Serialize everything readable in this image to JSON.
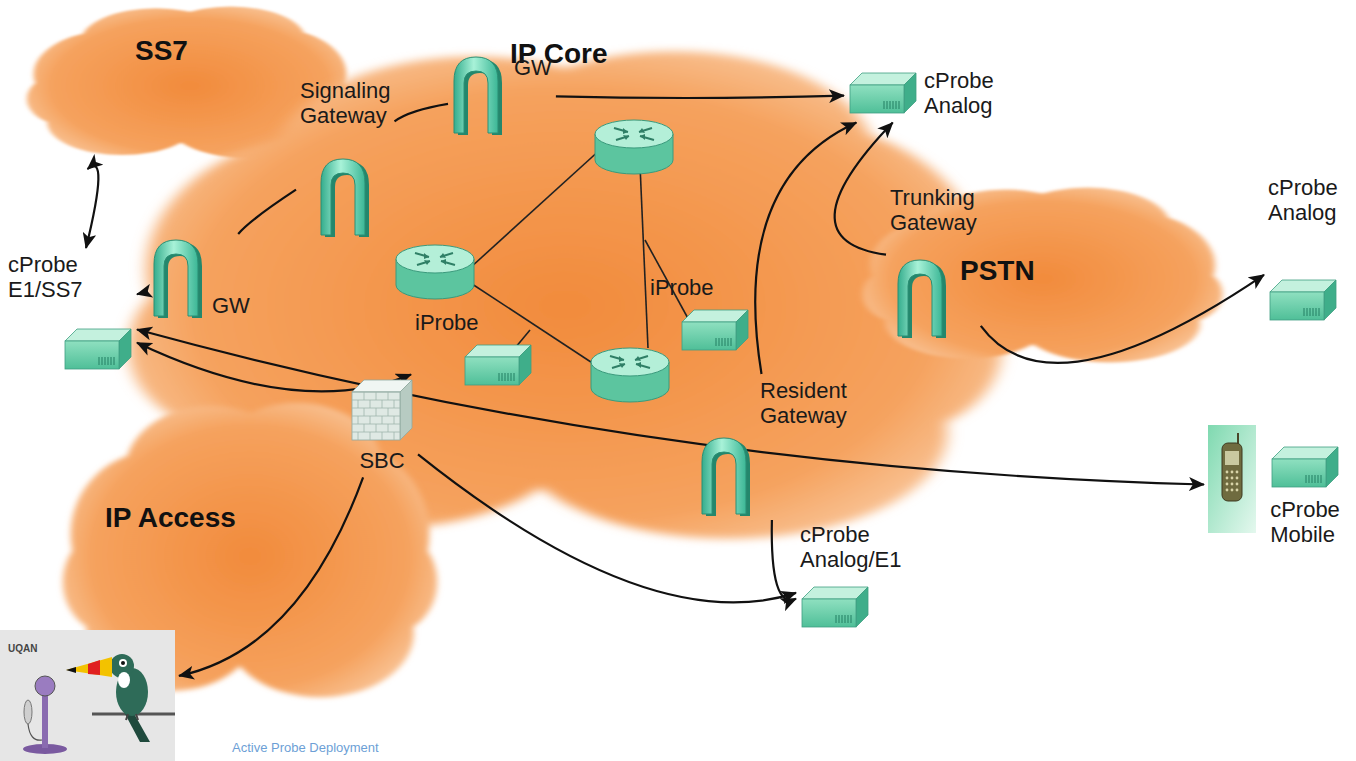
{
  "diagram": {
    "nodes": [
      {
        "text": [
          "SS7"
        ]
      },
      {
        "text": [
          "IP Core"
        ]
      },
      {
        "text": [
          "PSTN"
        ]
      },
      {
        "text": [
          "IP Access"
        ]
      },
      {
        "text": [
          "Signaling Gateway"
        ]
      },
      {
        "text": [
          "GW"
        ]
      },
      {
        "text": [
          "cProbe Analog"
        ]
      },
      {
        "text": [
          "GW"
        ]
      },
      {
        "text": [
          "cProbe E1/SS7"
        ]
      },
      {
        "text": [
          "Trunking Gateway"
        ]
      },
      {
        "text": [
          "cProbe Analog"
        ]
      },
      {
        "text": [
          "iProbe"
        ],
        "in": 1
      },
      {
        "text": [
          "iProbe"
        ],
        "in": 1
      },
      {
        "text": [
          "Resident Gateway"
        ]
      },
      {
        "text": [
          "cProbe Analog/E1"
        ]
      },
      {
        "text": [
          "cProbe Mobile"
        ]
      },
      {
        "text": [
          "SBC"
        ],
        "in": 3
      },
      {
        "text": [
          "UQAN"
        ]
      }
    ],
    "edges": [
      {
        "from": 0,
        "to": 8,
        "arrow": "both"
      },
      {
        "from": 7,
        "to": 8,
        "arrow": "to"
      },
      {
        "from": 7,
        "to": 4,
        "arrow": "none"
      },
      {
        "from": 4,
        "to": 5,
        "arrow": "none"
      },
      {
        "from": 5,
        "to": 6,
        "arrow": "to"
      },
      {
        "from": 8,
        "to": 12,
        "arrow": "both"
      },
      {
        "from": 9,
        "to": 6,
        "arrow": "to"
      },
      {
        "from": 9,
        "to": 10,
        "arrow": "to"
      },
      {
        "from": 13,
        "to": 6,
        "arrow": "to"
      },
      {
        "from": 13,
        "to": 14,
        "arrow": "to"
      },
      {
        "from": 8,
        "to": 15,
        "arrow": "both"
      },
      {
        "from": 16,
        "to": 14,
        "arrow": "to"
      },
      {
        "from": 16,
        "to": 17,
        "arrow": "to"
      }
    ],
    "labels": [
      "Active Probe Deployment"
    ]
  }
}
